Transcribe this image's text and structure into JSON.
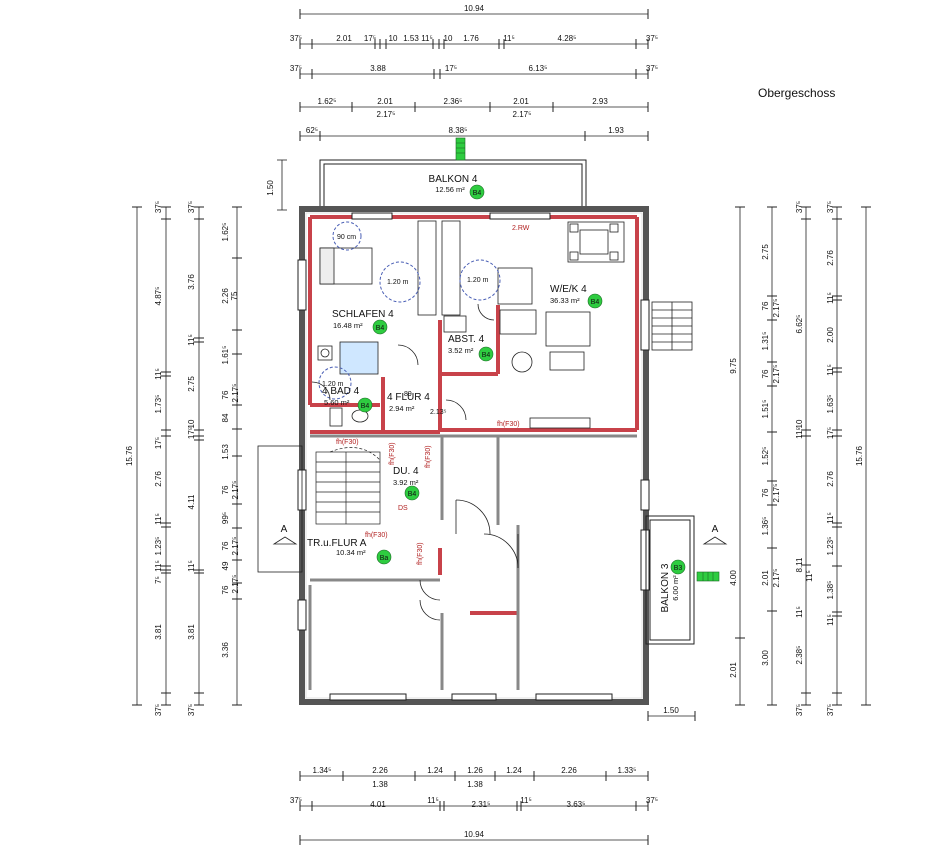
{
  "heading": "Obergeschoss",
  "dims": {
    "top": {
      "total": "10.94",
      "r2": [
        "37⁵",
        "2.01",
        "17⁵",
        "10",
        "1.53",
        "11⁵",
        "10",
        "1.76",
        "11⁵",
        "4.28⁵",
        "37⁵"
      ],
      "r3": [
        "37⁵",
        "3.88",
        "17⁵",
        "6.13⁵",
        "37⁵"
      ],
      "r4": [
        "1.62⁵",
        "2.01",
        "2.36⁵",
        "2.01",
        "2.93"
      ],
      "r4b": [
        "2.17⁵",
        "2.17⁵"
      ],
      "r5": [
        "62⁵",
        "8.38⁵",
        "1.93"
      ],
      "balcony_depth": "1.50"
    },
    "bottom": {
      "r1": [
        "1.34⁵",
        "2.26",
        "1.24",
        "1.26",
        "1.24",
        "2.26",
        "1.33⁵"
      ],
      "r1b": [
        "1.38",
        "1.38"
      ],
      "r2": [
        "37⁵",
        "4.01",
        "11⁵",
        "2.31⁵",
        "11⁵",
        "3.63⁵",
        "37⁵"
      ],
      "total": "10.94",
      "balcony_depth": "1.50"
    },
    "left": {
      "total": "15.76",
      "c2": [
        "37⁵",
        "4.87⁵",
        "11⁵",
        "1.73⁵",
        "17⁵",
        "2.76",
        "11⁵",
        "1.23⁵",
        "11⁵",
        "7⁵",
        "3.81",
        "37⁵"
      ],
      "c3": [
        "37⁵",
        "3.76",
        "11⁵",
        "2.75",
        "17⁵",
        "10",
        "4.11",
        "11⁵",
        "3.81",
        "37⁵"
      ],
      "c4": [
        "1.62⁵",
        "2.26",
        "75",
        "1.61⁵",
        "76",
        "84",
        "1.53",
        "76",
        "99⁵",
        "76",
        "49",
        "76",
        "3.36"
      ],
      "c4b": [
        "2.17⁵",
        "2.17⁵",
        "2.17⁵",
        "2.17⁵"
      ]
    },
    "right": {
      "total": "15.76",
      "c1": [
        "9.75",
        "4.00",
        "2.01"
      ],
      "c2": [
        "2.75",
        "76",
        "1.31⁵",
        "76",
        "1.51⁵",
        "1.52⁵",
        "76",
        "1.36⁵",
        "2.01",
        "3.00"
      ],
      "c2b": [
        "2.17⁵",
        "2.17⁵",
        "2.17⁵",
        "2.17⁵"
      ],
      "c3": [
        "37⁵",
        "6.62⁵",
        "11⁵",
        "10",
        "8.11",
        "11⁵",
        "11⁵",
        "2.38⁵",
        "37⁵"
      ],
      "c4": [
        "37⁵",
        "2.76",
        "11⁵",
        "2.00",
        "11⁵",
        "1.63⁵",
        "17⁵",
        "2.76",
        "11⁵",
        "1.23⁵",
        "1.38⁵",
        "11⁵",
        "37⁵"
      ]
    }
  },
  "rooms": [
    {
      "name": "BALKON 4",
      "area": "12.56 m²",
      "badge": "B4"
    },
    {
      "name": "SCHLAFEN 4",
      "area": "16.48 m²",
      "badge": "B4"
    },
    {
      "name": "W/E/K 4",
      "area": "36.33 m²",
      "badge": "B4"
    },
    {
      "name": "ABST. 4",
      "area": "3.52 m²",
      "badge": "B4"
    },
    {
      "name": "4 BAD 4",
      "area": "5.60 m²",
      "badge": "B4"
    },
    {
      "name": "4 FLUR 4",
      "area": "2.94 m²",
      "badge": ""
    },
    {
      "name": "DU. 4",
      "area": "3.92 m²",
      "badge": "B4"
    },
    {
      "name": "TR.u.FLUR A",
      "area": "10.34 m²",
      "badge": "Ba"
    },
    {
      "name": "BALKON 3",
      "area": "6.00 m²",
      "badge": "B3"
    }
  ],
  "labels": {
    "circle_90": "90 cm",
    "radius_1": "1.20 m",
    "radius_2": "1.20 m",
    "radius_3": "1.20 m",
    "rw": "2.RW",
    "fire_1": "fh(F30)",
    "fire_2": "fh(F30)",
    "fire_3": "fh(F30)",
    "fire_4": "fh(F30)",
    "fire_5": "fh(F30)",
    "fire_6": "fh(F30)",
    "ds": "DS",
    "door_89": "89",
    "door_213": "2.13⁵",
    "section_a_left": "A",
    "section_a_right": "A"
  },
  "colors": {
    "wall": "#d9d9d9",
    "fire_wall": "#c8424a",
    "badge": "#2ecc40",
    "fire_text": "#b22222"
  }
}
